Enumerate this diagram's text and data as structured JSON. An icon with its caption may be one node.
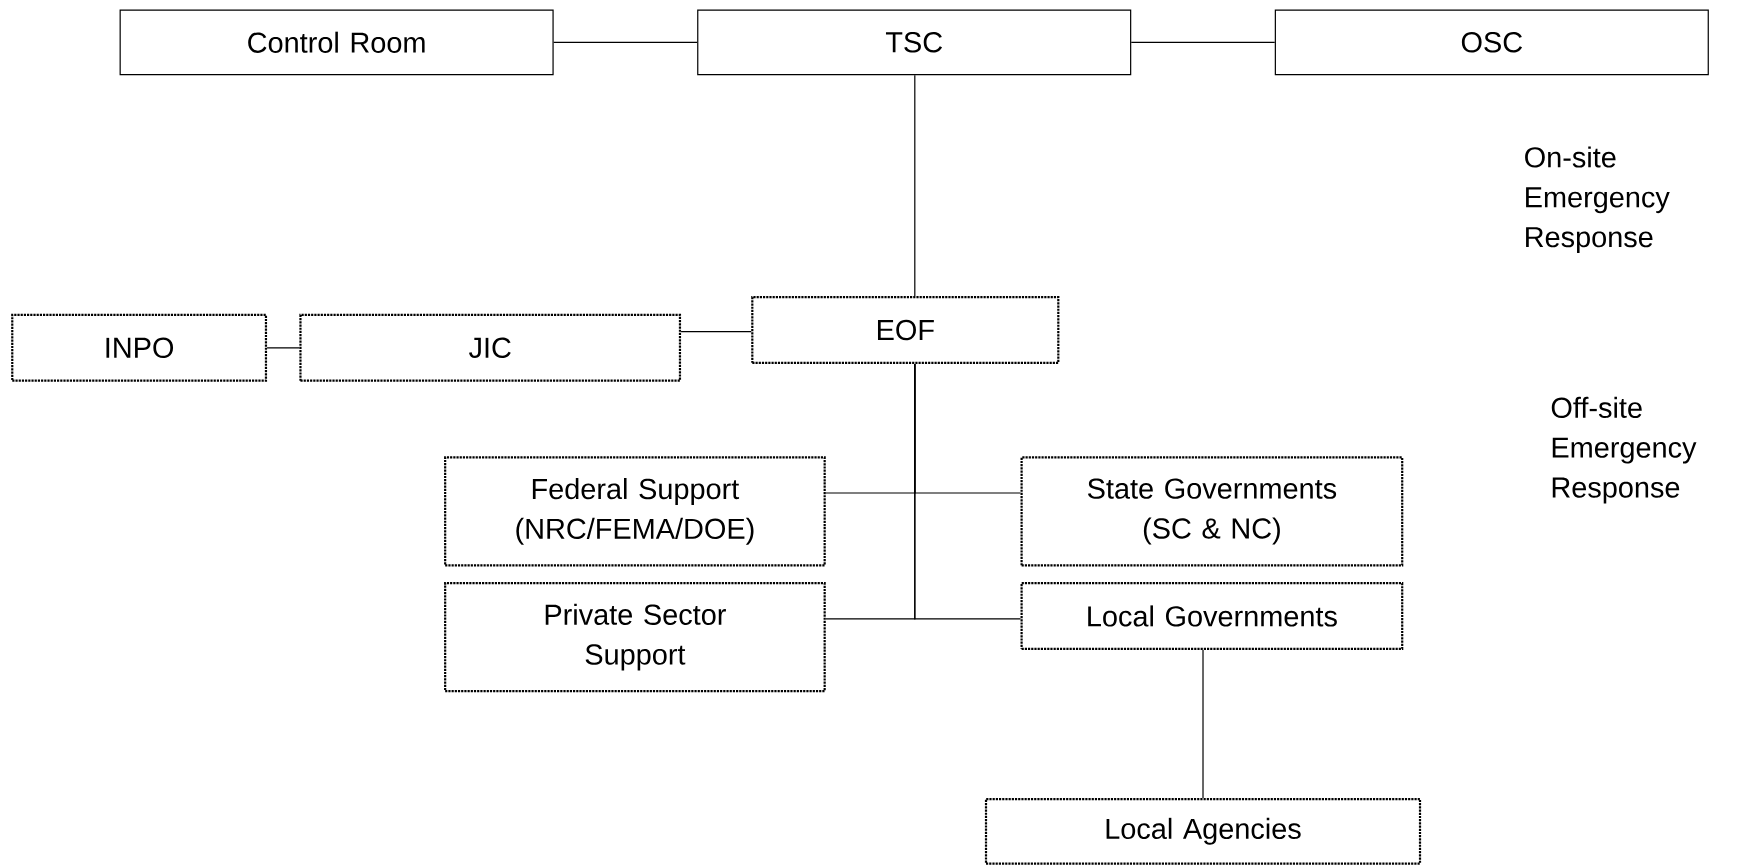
{
  "diagram": {
    "nodes": [
      {
        "text": [
          "Control Room"
        ]
      },
      {
        "text": [
          "TSC"
        ]
      },
      {
        "text": [
          "OSC"
        ]
      },
      {
        "text": [
          "EOF"
        ]
      },
      {
        "text": [
          "JIC"
        ]
      },
      {
        "text": [
          "INPO"
        ]
      },
      {
        "text": [
          "Federal Support (NRC/FEMA/DOE)"
        ]
      },
      {
        "text": [
          "State Governments (SC & NC)"
        ]
      },
      {
        "text": [
          "Private Sector Support"
        ]
      },
      {
        "text": [
          "Local Governments"
        ]
      },
      {
        "text": [
          "Local Agencies"
        ]
      }
    ],
    "edges": [
      {
        "from": 0,
        "to": 1,
        "arrow": "none"
      },
      {
        "from": 1,
        "to": 2,
        "arrow": "none"
      },
      {
        "from": 1,
        "to": 3,
        "arrow": "none"
      },
      {
        "from": 3,
        "to": 4,
        "arrow": "none"
      },
      {
        "from": 4,
        "to": 5,
        "arrow": "none"
      },
      {
        "from": 3,
        "to": 6,
        "arrow": "none"
      },
      {
        "from": 3,
        "to": 7,
        "arrow": "none"
      },
      {
        "from": 3,
        "to": 8,
        "arrow": "none"
      },
      {
        "from": 3,
        "to": 9,
        "arrow": "none"
      },
      {
        "from": 9,
        "to": 10,
        "arrow": "none"
      }
    ],
    "labels": [
      "On-site Emergency Response",
      "Off-site Emergency Response"
    ]
  }
}
